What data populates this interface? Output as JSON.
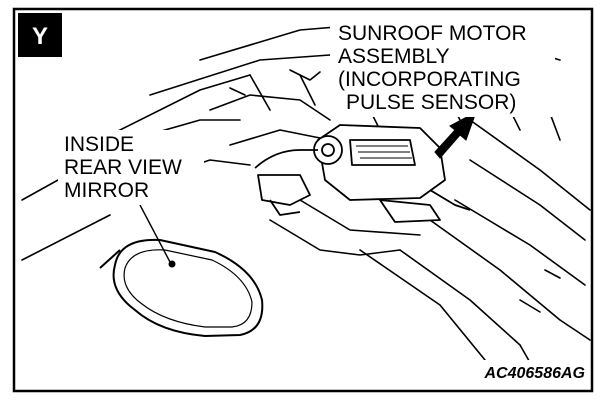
{
  "view_letter": "Y",
  "callouts": {
    "motor": [
      "SUNROOF MOTOR",
      "ASSEMBLY",
      "(INCORPORATING",
      "PULSE SENSOR)"
    ],
    "mirror": [
      "INSIDE",
      "REAR VIEW",
      "MIRROR"
    ]
  },
  "document_id": "AC406586AG"
}
